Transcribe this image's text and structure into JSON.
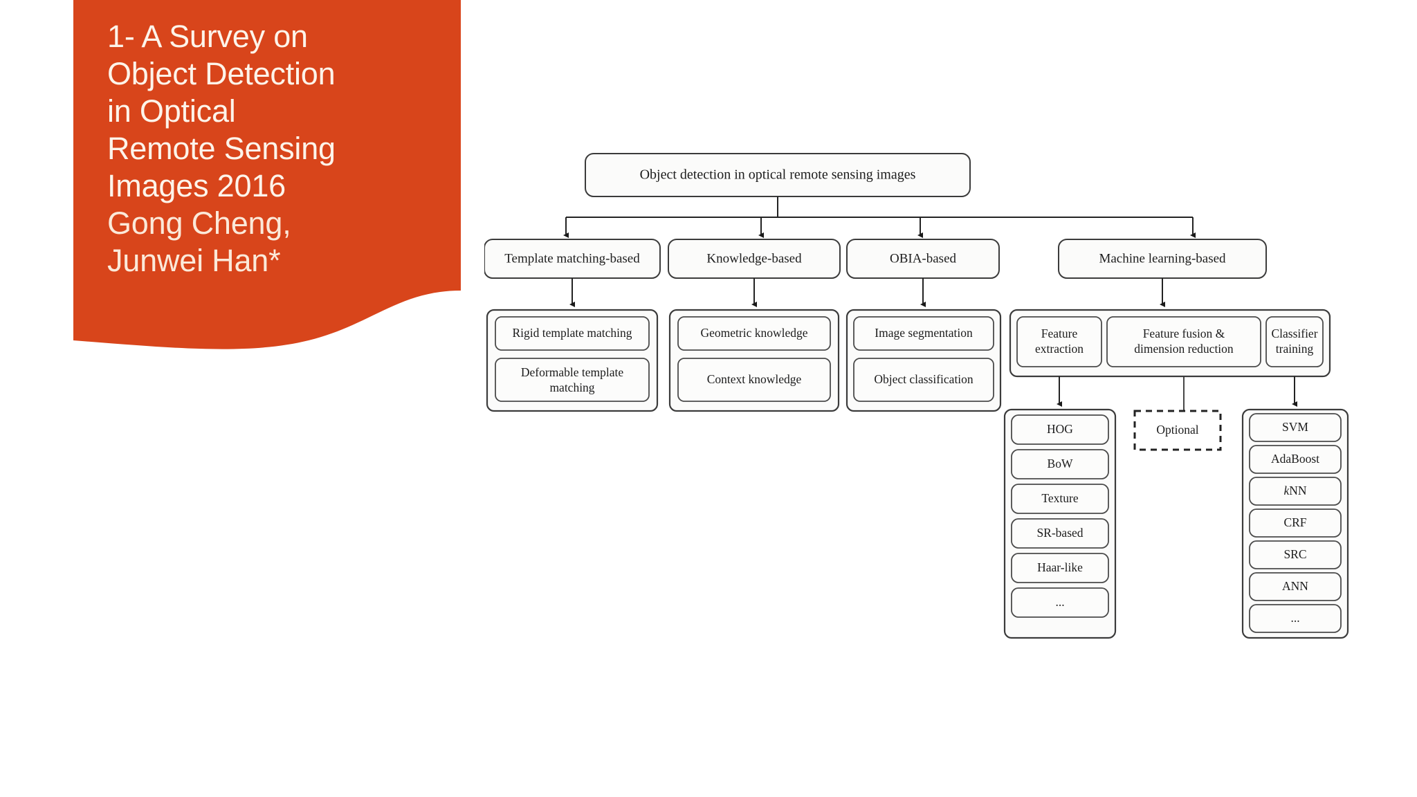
{
  "slide": {
    "background_color": "#ffffff",
    "banner_color": "#d8451b",
    "title_text_color": "#fdf4ea"
  },
  "title": {
    "lines": [
      "1- A Survey on",
      "Object Detection",
      "in Optical",
      "Remote Sensing",
      "Images 2016"
    ],
    "authors": [
      "Gong Cheng,",
      "Junwei Han*"
    ]
  },
  "figure": {
    "root": {
      "label": "Object detection in optical remote sensing images"
    },
    "level2": [
      {
        "label": "Template matching-based"
      },
      {
        "label": "Knowledge-based"
      },
      {
        "label": "OBIA-based"
      },
      {
        "label": "Machine learning-based"
      }
    ],
    "template_matching_children": [
      {
        "label": "Rigid template matching"
      },
      {
        "label": "Deformable template",
        "label2": "matching"
      }
    ],
    "knowledge_children": [
      {
        "label": "Geometric knowledge"
      },
      {
        "label": "Context knowledge"
      }
    ],
    "obia_children": [
      {
        "label": "Image segmentation"
      },
      {
        "label": "Object classification"
      }
    ],
    "ml_stages": [
      {
        "label": "Feature",
        "label2": "extraction"
      },
      {
        "label": "Feature fusion &",
        "label2": "dimension reduction"
      },
      {
        "label": "Classifier",
        "label2": "training"
      }
    ],
    "feature_extraction_items": [
      {
        "label": "HOG"
      },
      {
        "label": "BoW"
      },
      {
        "label": "Texture"
      },
      {
        "label": "SR-based"
      },
      {
        "label": "Haar-like"
      },
      {
        "label": "..."
      }
    ],
    "fusion_optional": {
      "label": "Optional"
    },
    "classifier_items": [
      {
        "label": "SVM"
      },
      {
        "label": "AdaBoost"
      },
      {
        "label": "kNN",
        "italic_prefix": "k",
        "rest": "NN"
      },
      {
        "label": "CRF"
      },
      {
        "label": "SRC"
      },
      {
        "label": "ANN"
      },
      {
        "label": "..."
      }
    ]
  }
}
